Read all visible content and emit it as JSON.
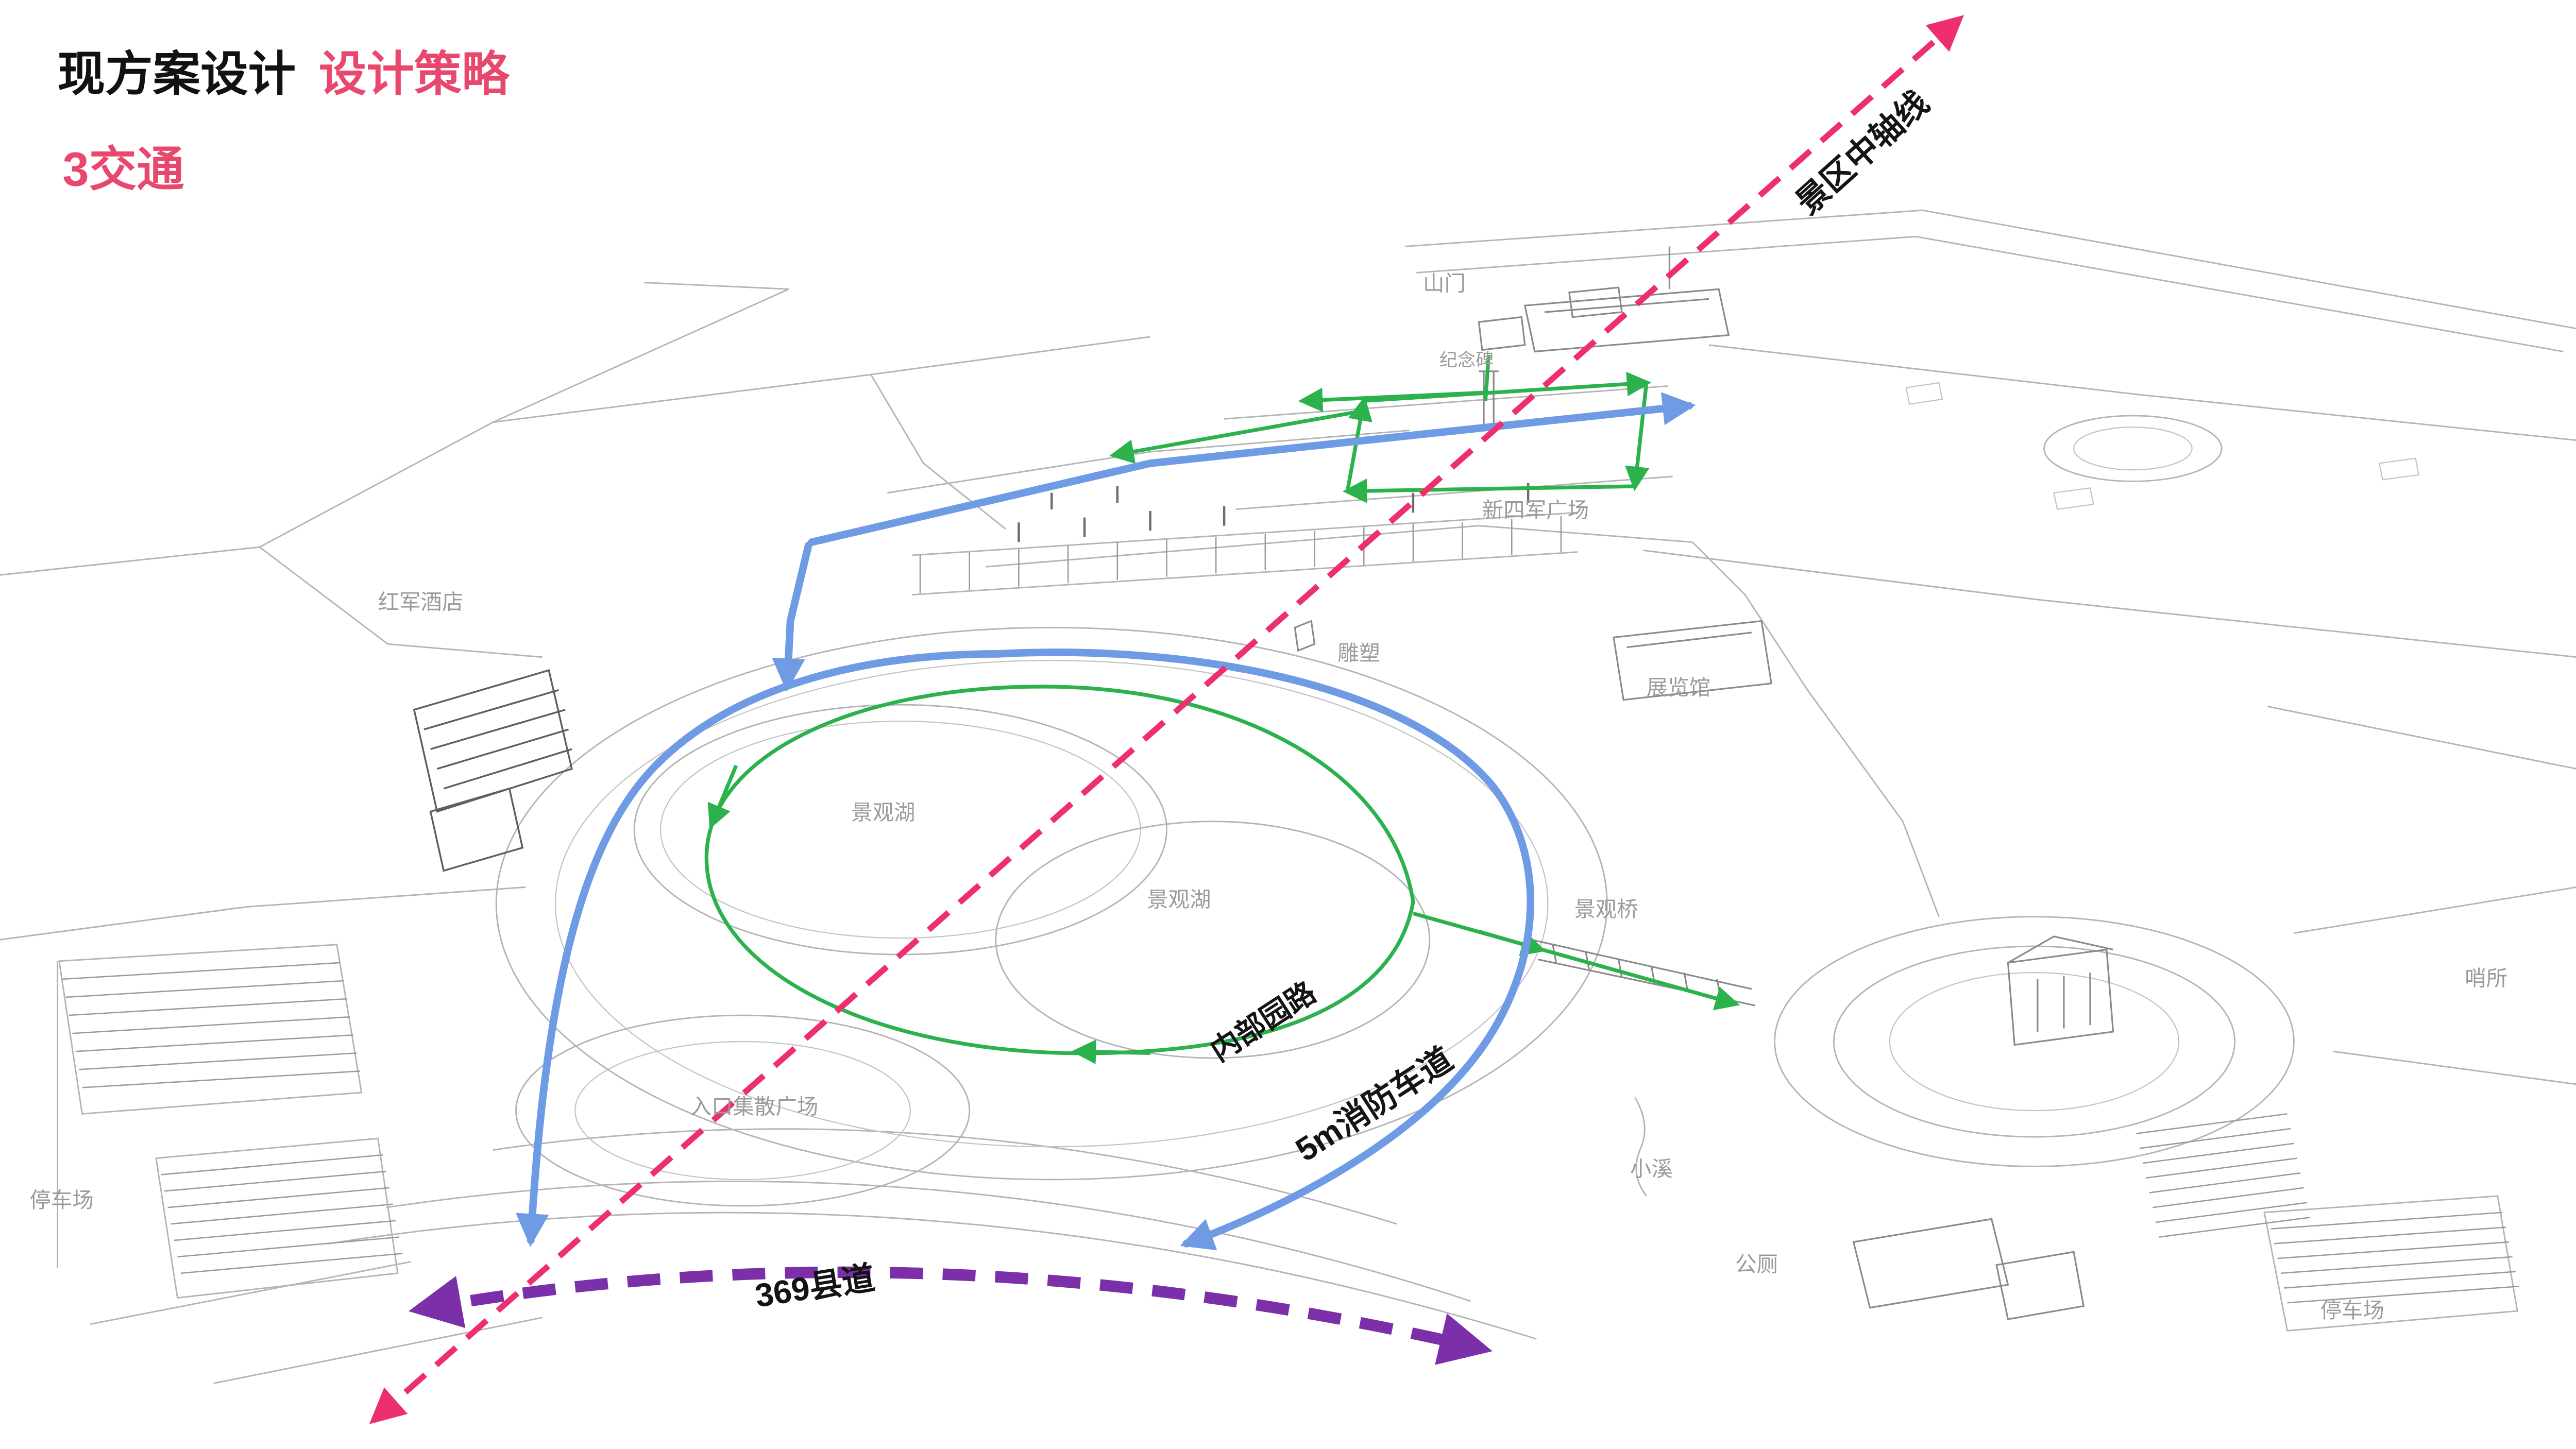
{
  "header": {
    "title_main": "现方案设计",
    "title_accent": "设计策略",
    "section": "3交通"
  },
  "colors": {
    "accent_pink": "#e8486e",
    "axis_pink": "#ee2f6d",
    "road_purple": "#7b2fa8",
    "route_blue": "#6f9be4",
    "path_green": "#2bb24c",
    "map_line_gray": "#b4b4b4",
    "label_gray": "#9b9b9b"
  },
  "map_labels": {
    "mountain_gate": "山门",
    "monument": "纪念碑",
    "n4a_square": "新四军广场",
    "red_army_hotel": "红军酒店",
    "sculpture": "雕塑",
    "exhibition_hall": "展览馆",
    "lake_west": "景观湖",
    "lake_east": "景观湖",
    "landscape_bridge": "景观桥",
    "sentry_post": "哨所",
    "entry_plaza": "入口集散广场",
    "parking_west": "停车场",
    "stream": "小溪",
    "public_toilet": "公厕",
    "parking_east": "停车场"
  },
  "route_labels": {
    "central_axis": "景区中轴线",
    "internal_path": "内部园路",
    "fire_lane": "5m消防车道",
    "county_road": "369县道"
  }
}
